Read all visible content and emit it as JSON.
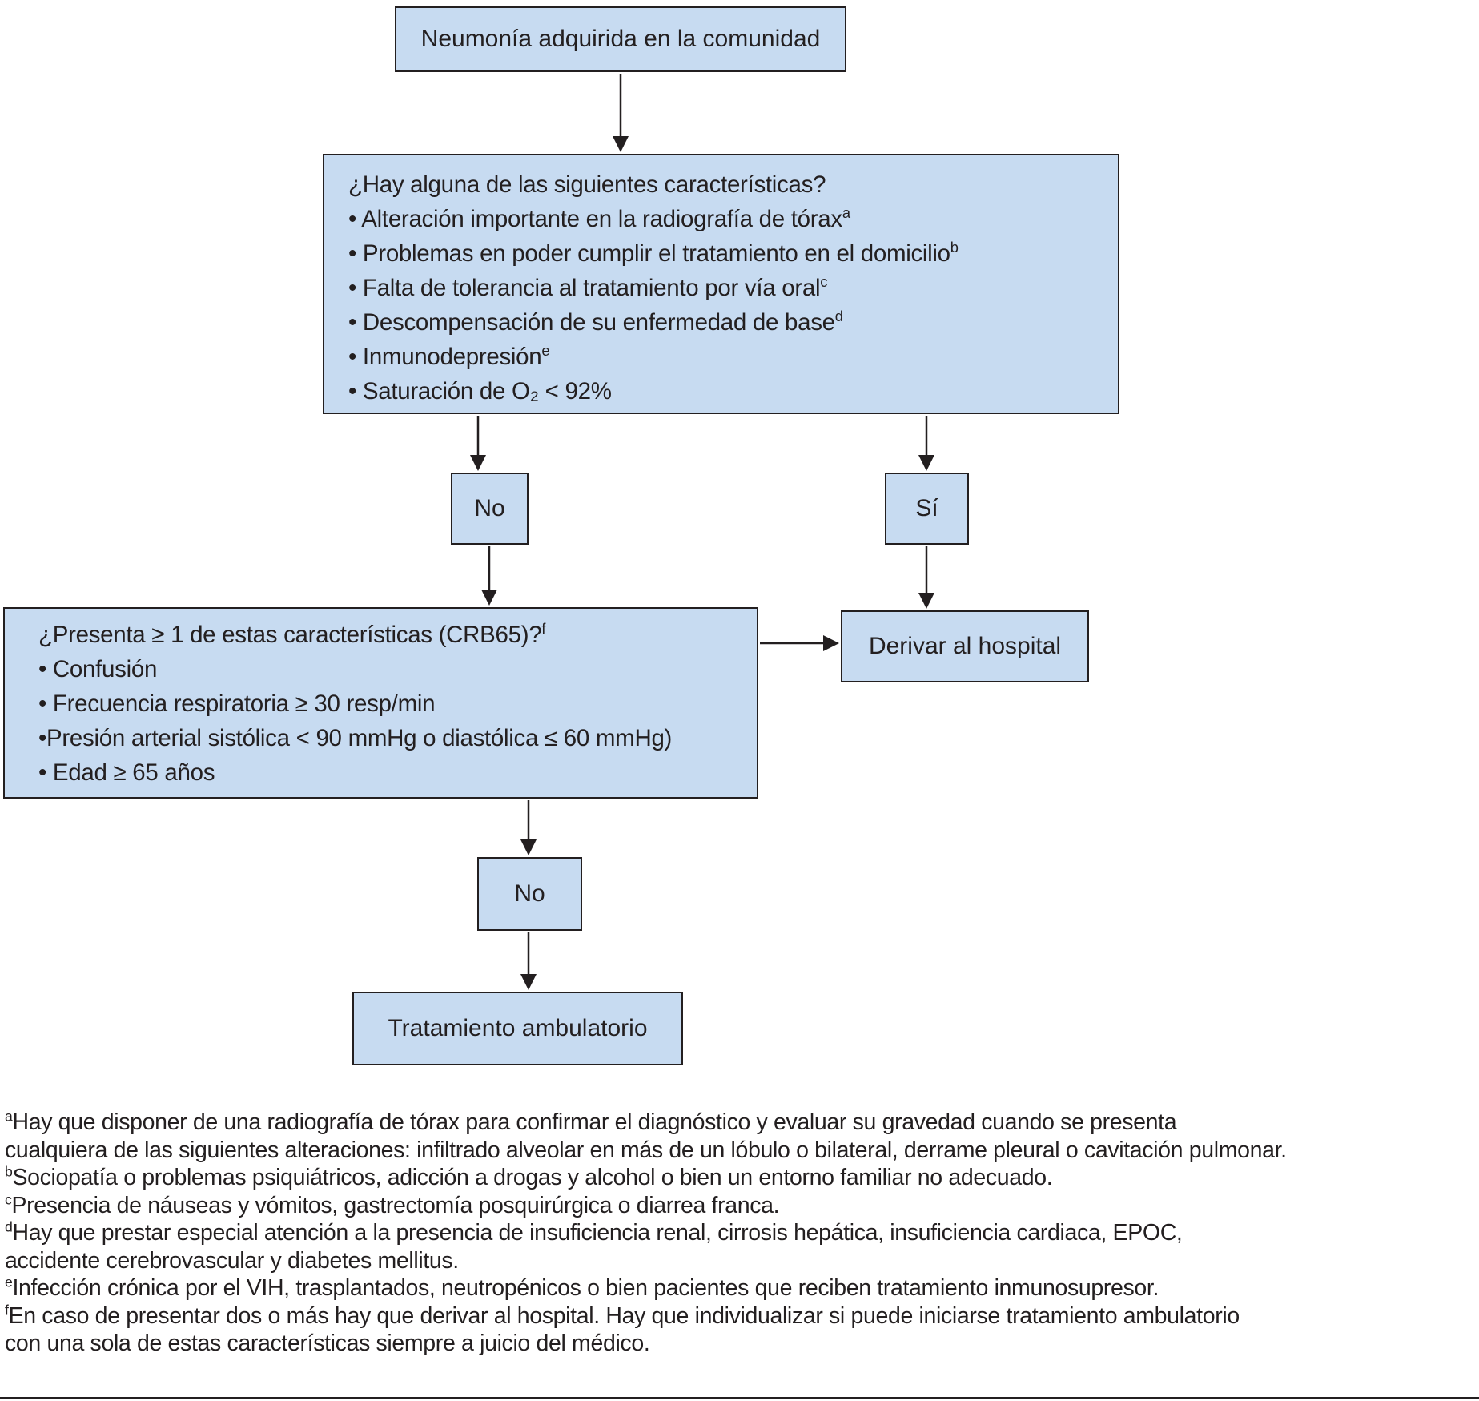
{
  "colors": {
    "box_fill": "#c7dbf1",
    "box_border": "#231f20",
    "text": "#231f20",
    "arrow": "#231f20",
    "background": "#ffffff"
  },
  "flowchart": {
    "start_box": {
      "label": "Neumonía adquirida en la comunidad"
    },
    "question1_box": {
      "title": "¿Hay alguna de las siguientes características?",
      "bullets": [
        {
          "text": "• Alteración importante en la radiografía de tórax",
          "sup": "a"
        },
        {
          "text": "• Problemas en poder cumplir el tratamiento en el domicilio",
          "sup": "b"
        },
        {
          "text": "• Falta de tolerancia al tratamiento por vía oral",
          "sup": "c"
        },
        {
          "text": "• Descompensación de su enfermedad de base",
          "sup": "d"
        },
        {
          "text": "• Inmunodepresión",
          "sup": "e"
        },
        {
          "text": "• Saturación de O₂ < 92%",
          "sup": ""
        }
      ]
    },
    "no1_box": {
      "label": "No"
    },
    "si_box": {
      "label": "Sí"
    },
    "derivar_box": {
      "label": "Derivar al hospital"
    },
    "question2_box": {
      "title": "¿Presenta ≥ 1 de estas características (CRB65)?",
      "title_sup": "f",
      "bullets": [
        {
          "text": "• Confusión"
        },
        {
          "text": "• Frecuencia respiratoria ≥ 30 resp/min"
        },
        {
          "text": "•Presión arterial sistólica < 90 mmHg o diastólica ≤ 60 mmHg)"
        },
        {
          "text": "• Edad ≥ 65 años"
        }
      ]
    },
    "no2_box": {
      "label": "No"
    },
    "treatment_box": {
      "label": "Tratamiento ambulatorio"
    }
  },
  "footnotes": [
    {
      "sup": "a",
      "text": "Hay que disponer de una radiografía de tórax para confirmar el diagnóstico y evaluar su gravedad cuando se presenta"
    },
    {
      "sup": "",
      "text": "cualquiera de las siguientes alteraciones: infiltrado alveolar en más de un lóbulo o bilateral, derrame pleural o cavitación pulmonar."
    },
    {
      "sup": "b",
      "text": "Sociopatía o problemas psiquiátricos, adicción a drogas y alcohol o bien un entorno familiar no adecuado."
    },
    {
      "sup": "c",
      "text": "Presencia de náuseas y vómitos, gastrectomía posquirúrgica o diarrea franca."
    },
    {
      "sup": "d",
      "text": "Hay que prestar especial atención a la presencia de insuficiencia renal, cirrosis hepática, insuficiencia cardiaca, EPOC,"
    },
    {
      "sup": "",
      "text": "accidente cerebrovascular y diabetes mellitus."
    },
    {
      "sup": "e",
      "text": "Infección crónica por el VIH, trasplantados, neutropénicos o bien pacientes que reciben tratamiento inmunosupresor."
    },
    {
      "sup": "f",
      "text": "En caso de presentar dos o más hay que derivar al hospital. Hay que individualizar si puede iniciarse tratamiento ambulatorio"
    },
    {
      "sup": "",
      "text": "con una sola de estas características siempre a juicio del médico."
    }
  ]
}
